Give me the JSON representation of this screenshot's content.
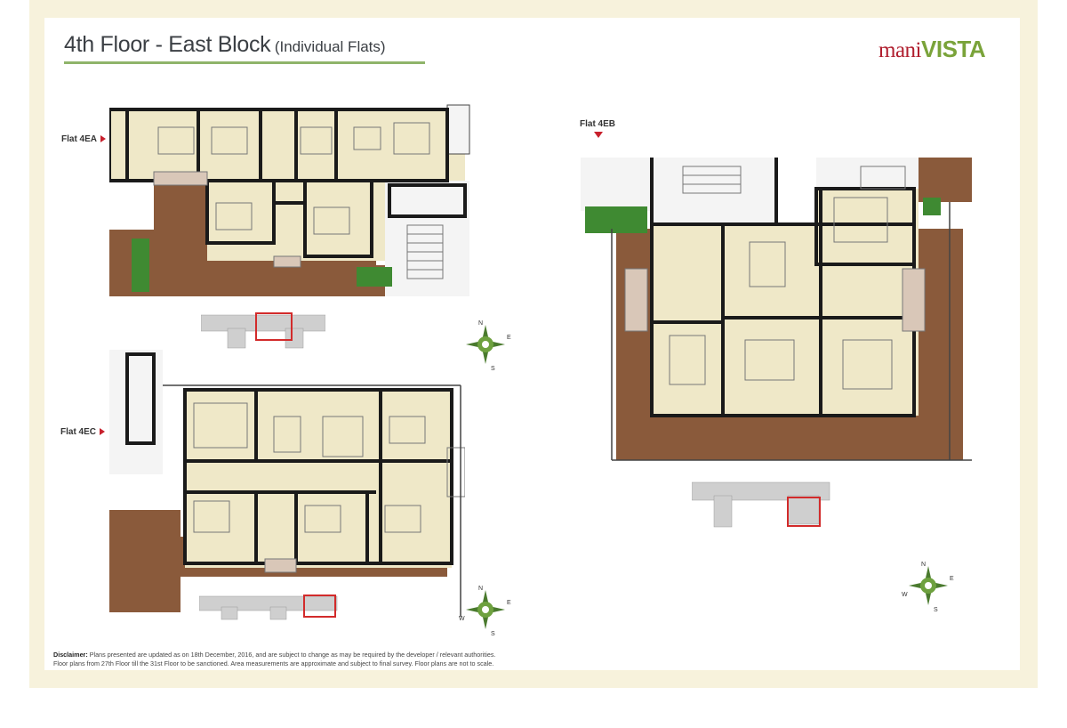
{
  "header": {
    "title": "4th Floor - East Block",
    "subtitle": "(Individual Flats)"
  },
  "brand": {
    "part1": "mani",
    "part2": "VISTA"
  },
  "flats": [
    {
      "label": "Flat 4EA"
    },
    {
      "label": "Flat 4EB"
    },
    {
      "label": "Flat 4EC"
    }
  ],
  "compass": {
    "n": "N",
    "e": "E",
    "s": "S",
    "w": "W"
  },
  "disclaimer": {
    "heading": "Disclaimer:",
    "line1": "Plans presented are updated as on 18th December, 2016, and are subject to change as may be required by the developer / relevant authorities.",
    "line2": "Floor plans from 27th Floor till the 31st Floor to be sanctioned. Area measurements are approximate and subject to final survey. Floor plans are not to scale."
  },
  "colors": {
    "wall": "#1a1a1a",
    "floor": "#efe8c8",
    "deck": "#8a5a3b",
    "lawn": "#3f8a32",
    "highlight": "#d22b2b",
    "accent_green": "#8fb46a"
  }
}
